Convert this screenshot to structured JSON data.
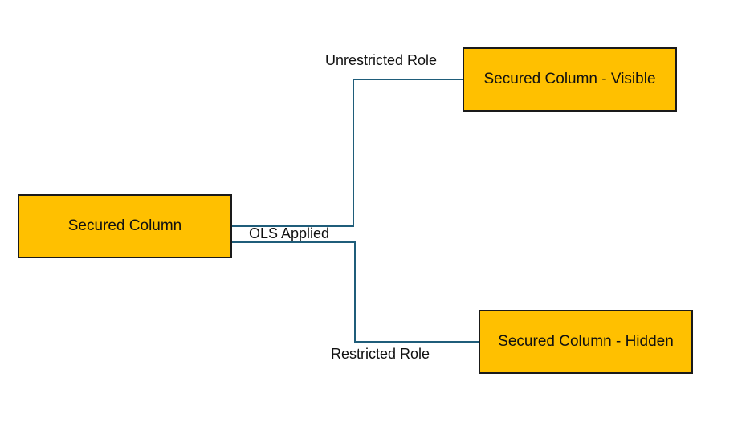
{
  "colors": {
    "box_fill": "#FFC000",
    "connector": "#1F5D7A",
    "text": "#111111"
  },
  "nodes": {
    "source": {
      "label": "Secured Column"
    },
    "visible": {
      "label": "Secured Column - Visible"
    },
    "hidden": {
      "label": "Secured Column - Hidden"
    }
  },
  "edge_labels": {
    "applied": "OLS Applied",
    "unrestricted": "Unrestricted Role",
    "restricted": "Restricted Role"
  }
}
